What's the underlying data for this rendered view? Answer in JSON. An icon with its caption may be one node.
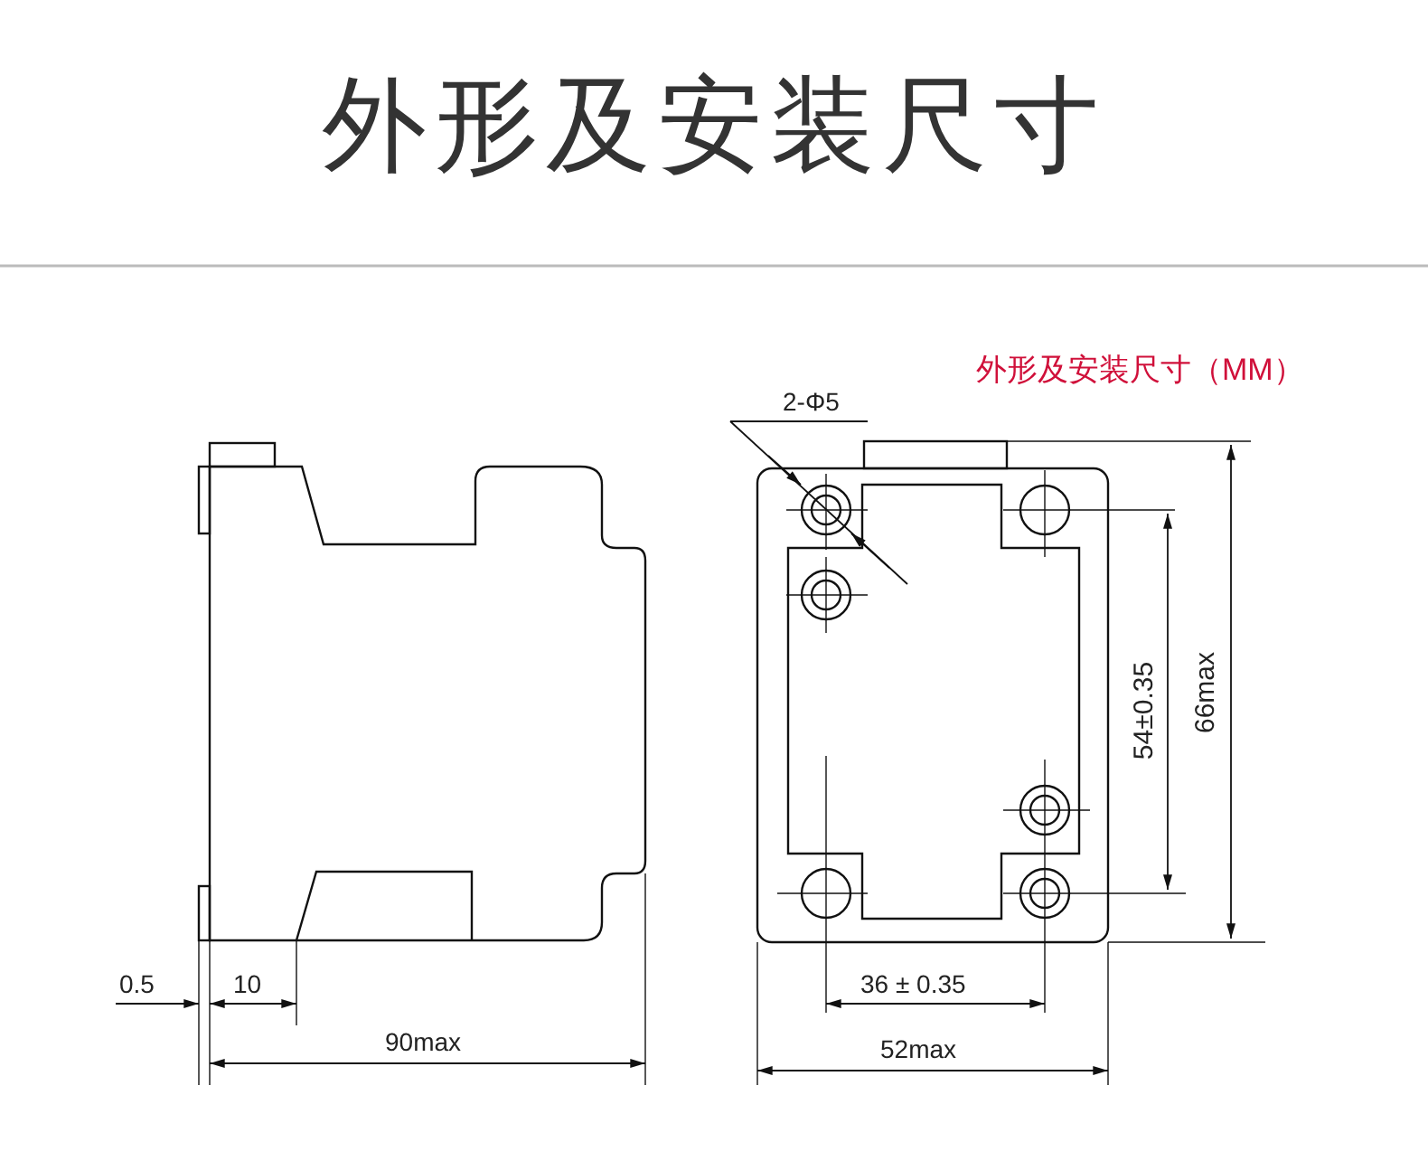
{
  "diagram": {
    "title": "外形及安装尺寸",
    "labels": [
      "外形及安装尺寸（MM）",
      "2-Φ5",
      "54±0.35",
      "66max",
      "0.5",
      "10",
      "36 ± 0.35",
      "90max",
      "52max"
    ]
  }
}
